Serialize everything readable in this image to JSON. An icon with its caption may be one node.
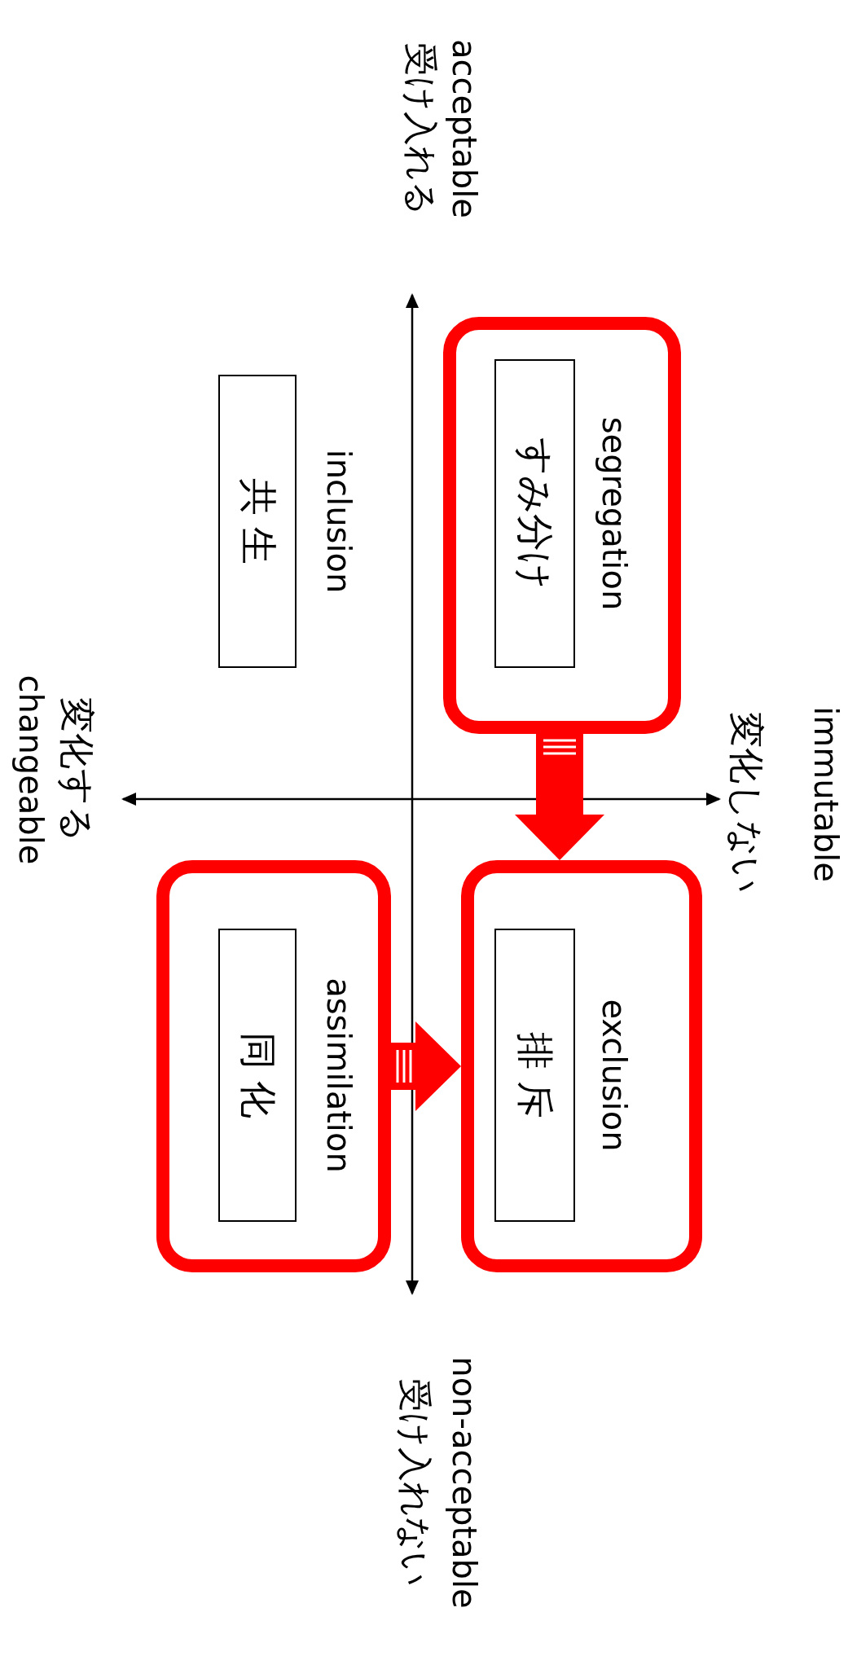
{
  "diagram": {
    "nodes": [
      {
        "text": [
          "共 生"
        ],
        "beside": [
          "inclusion"
        ]
      },
      {
        "text": [],
        "shape": "box"
      },
      {
        "text": [
          "すみ分け"
        ],
        "beside": [
          "segregation"
        ],
        "in": 1
      },
      {
        "text": [],
        "shape": "box"
      },
      {
        "text": [
          "同 化"
        ],
        "beside": [
          "assimilation"
        ],
        "in": 3
      },
      {
        "text": [],
        "shape": "box"
      },
      {
        "text": [
          "排 斥"
        ],
        "beside": [
          "exclusion"
        ],
        "in": 5
      }
    ],
    "edges": [
      {
        "from": 1,
        "to": 5,
        "arrow": "to"
      },
      {
        "from": 3,
        "to": 5,
        "arrow": "to"
      }
    ],
    "labels": [
      "受け入れる",
      "acceptable",
      "受け入れない",
      "non-acceptable",
      "変化する",
      "changeable",
      "変化しない",
      "immutable"
    ]
  }
}
